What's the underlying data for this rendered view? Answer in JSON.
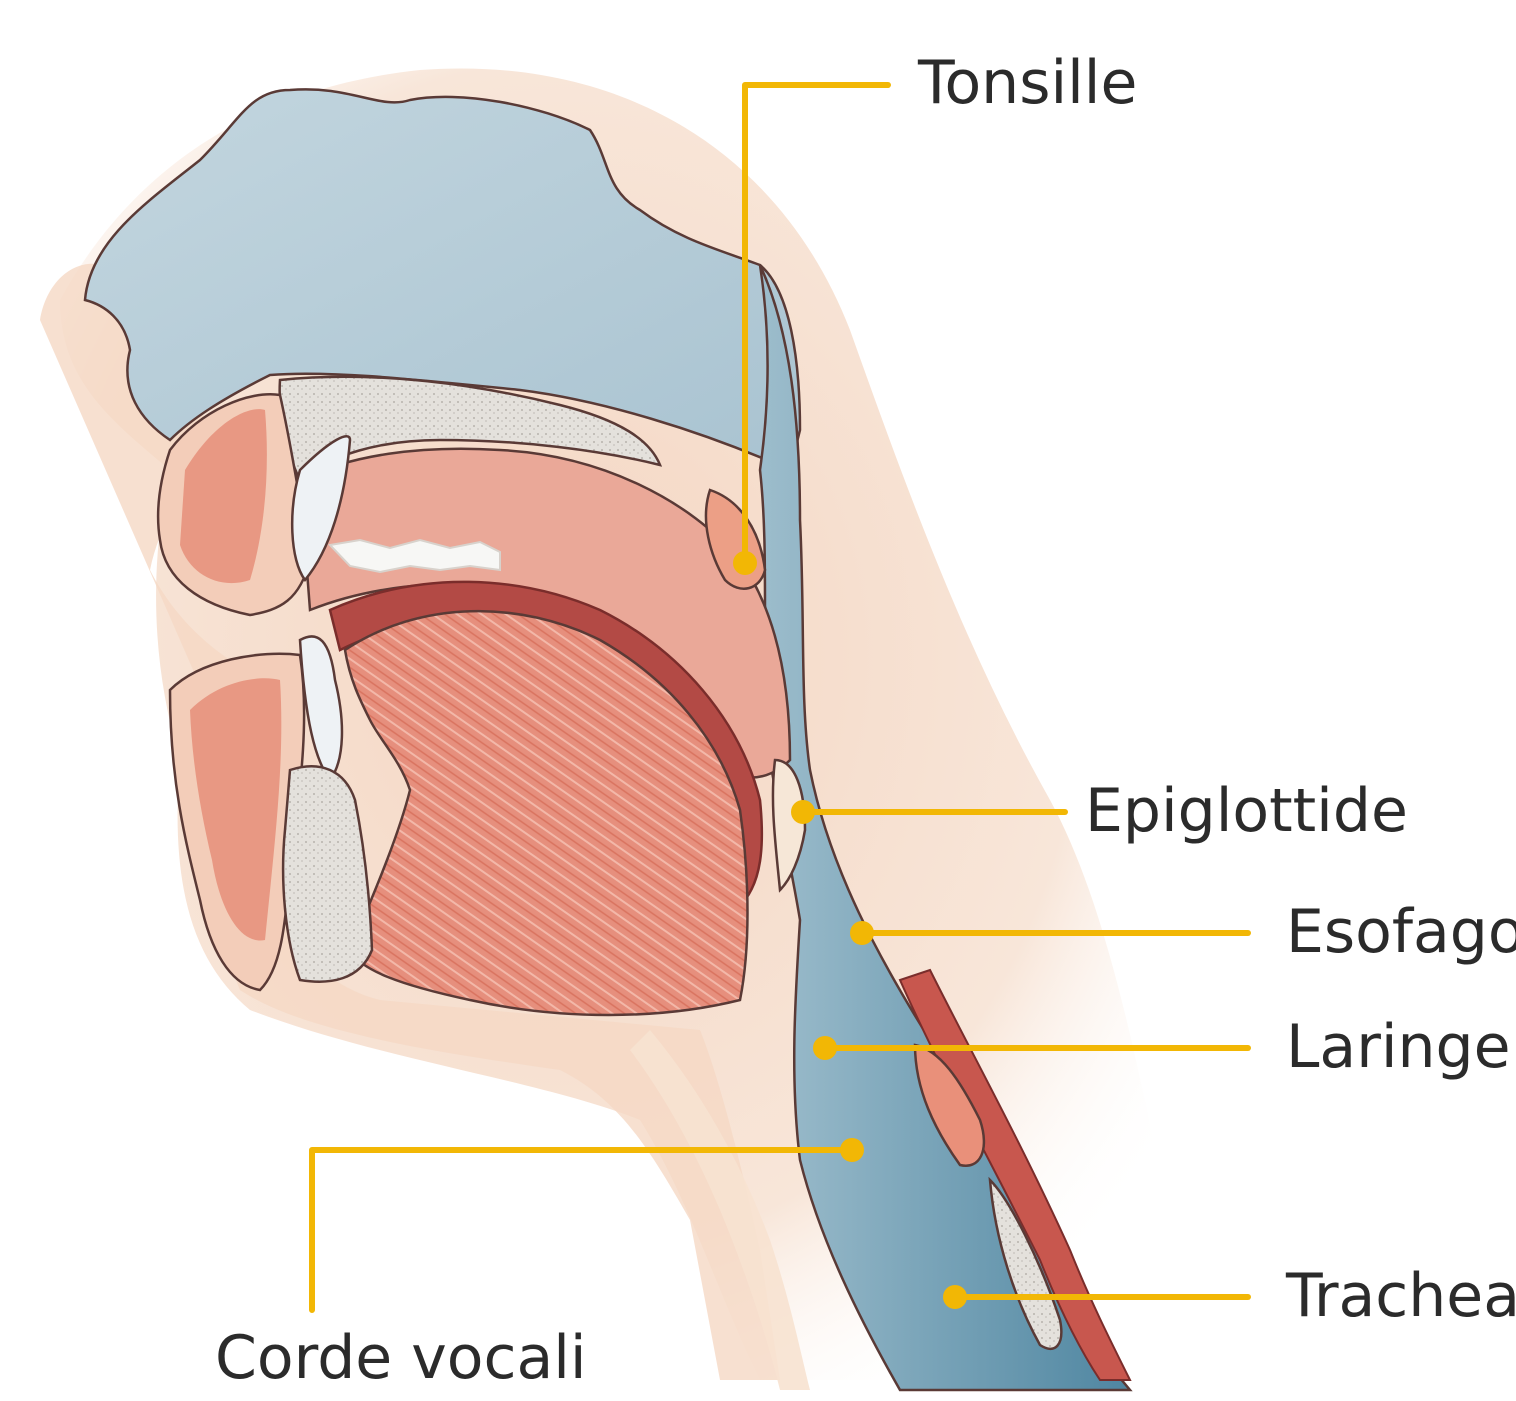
{
  "labels": {
    "tonsille": "Tonsille",
    "epiglottide": "Epiglottide",
    "esofago": "Esofago",
    "laringe": "Laringe",
    "corde_vocali": "Corde vocali",
    "trachea": "Trachea"
  },
  "colors": {
    "leader": "#f2b705",
    "skin": "#f6dcc7",
    "airway": "#b9cfd9",
    "airway_dark": "#5d8fa8",
    "muscle": "#e58a78",
    "mucosa": "#e9b0a3",
    "bone": "#dedbd6",
    "teeth": "#f3f5f7"
  }
}
